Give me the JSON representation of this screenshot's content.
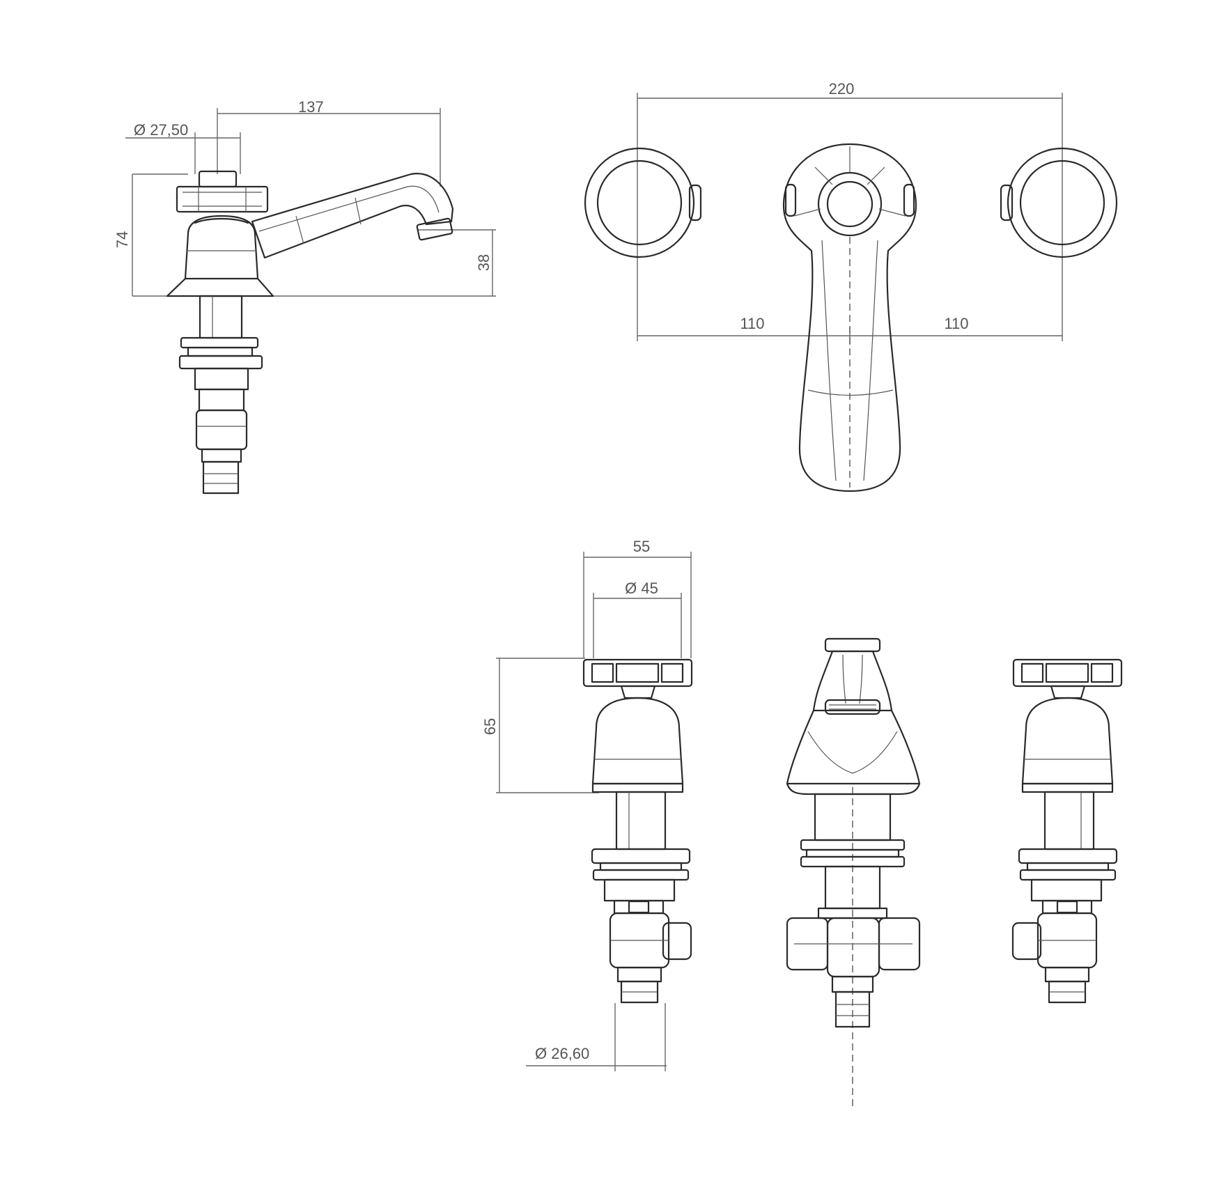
{
  "dimensions": {
    "side_view": {
      "diameter_top": "Ø 27,50",
      "spout_length": "137",
      "height": "74",
      "spout_height": "38"
    },
    "top_view": {
      "total_width": "220",
      "left_spacing": "110",
      "right_spacing": "110"
    },
    "front_view": {
      "handle_width": "55",
      "handle_diameter": "Ø 45",
      "handle_height": "65",
      "connector_diameter": "Ø 26,60"
    }
  }
}
